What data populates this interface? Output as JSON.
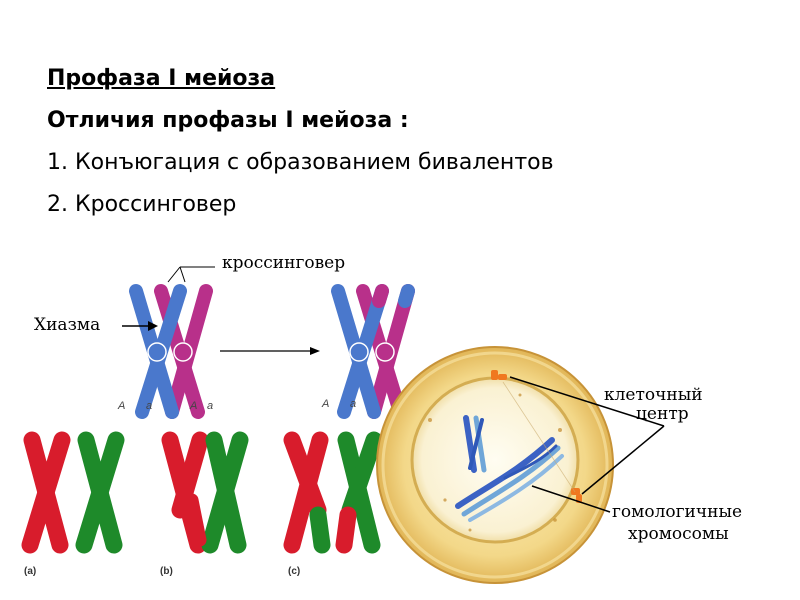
{
  "slide": {
    "title": "Профаза I мейоза",
    "subtitle": "Отличия профазы I мейоза :",
    "items": [
      "1. Конъюгация с образованием бивалентов",
      "2. Кроссинговер"
    ]
  },
  "figure_labels": {
    "crossing_over": "кроссинговер",
    "chiasma": "Хиазма",
    "cell_center_line1": "клеточный",
    "cell_center_line2": "центр",
    "homologs_line1": "гомологичные",
    "homologs_line2": "хромосомы",
    "panel_a": "(a)",
    "panel_b": "(b)",
    "panel_c": "(c)",
    "allele_upper": "A",
    "allele_lower": "a"
  },
  "colors": {
    "blue_chromosome": "#4a78cc",
    "magenta_chromosome": "#b8308a",
    "red_chromosome": "#d81c2c",
    "green_chromosome": "#1e8a2a",
    "cell_fill": "#e8c26a",
    "centrosome": "#f07820"
  }
}
